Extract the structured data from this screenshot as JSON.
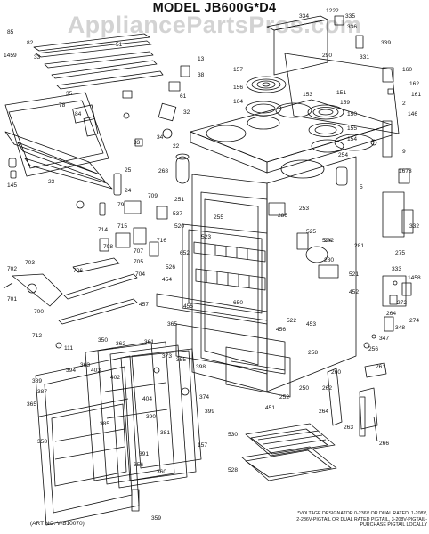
{
  "model_title": "MODEL JB600G*D4",
  "watermark": "AppliancePartsPros.com",
  "art_number": "(ART NO. WB10070)",
  "voltage_note": "*VOLTAGE DESIGNATOR 0-236V OR DUAL RATED, 1-208V, 2-236V-PIGTAIL OR DUAL RATED PIGTAIL, 3-208V-PIGTAIL-PURCHASE PIGTAIL LOCALLY",
  "callouts": [
    {
      "id": "c85",
      "text": "85"
    },
    {
      "id": "c1459",
      "text": "1459"
    },
    {
      "id": "c82",
      "text": "82"
    },
    {
      "id": "c33",
      "text": "33"
    },
    {
      "id": "c51",
      "text": "51"
    },
    {
      "id": "c13",
      "text": "13"
    },
    {
      "id": "c38",
      "text": "38"
    },
    {
      "id": "c61",
      "text": "61"
    },
    {
      "id": "c32",
      "text": "32"
    },
    {
      "id": "c35",
      "text": "35"
    },
    {
      "id": "c78",
      "text": "78"
    },
    {
      "id": "c84",
      "text": "84"
    },
    {
      "id": "c83",
      "text": "83"
    },
    {
      "id": "c34",
      "text": "34"
    },
    {
      "id": "c22",
      "text": "22"
    },
    {
      "id": "c25",
      "text": "25"
    },
    {
      "id": "c145",
      "text": "145"
    },
    {
      "id": "c23",
      "text": "23"
    },
    {
      "id": "c24",
      "text": "24"
    },
    {
      "id": "c268",
      "text": "268"
    },
    {
      "id": "c79",
      "text": "79"
    },
    {
      "id": "c709",
      "text": "709"
    },
    {
      "id": "c714",
      "text": "714"
    },
    {
      "id": "c708",
      "text": "708"
    },
    {
      "id": "c715",
      "text": "715"
    },
    {
      "id": "c707",
      "text": "707"
    },
    {
      "id": "c537",
      "text": "537"
    },
    {
      "id": "c251",
      "text": "251"
    },
    {
      "id": "c520",
      "text": "520"
    },
    {
      "id": "c716",
      "text": "716"
    },
    {
      "id": "c526",
      "text": "526"
    },
    {
      "id": "c652",
      "text": "652"
    },
    {
      "id": "c255",
      "text": "255"
    },
    {
      "id": "c523",
      "text": "523"
    },
    {
      "id": "c706",
      "text": "706"
    },
    {
      "id": "c705",
      "text": "705"
    },
    {
      "id": "c704",
      "text": "704"
    },
    {
      "id": "c702",
      "text": "702"
    },
    {
      "id": "c703",
      "text": "703"
    },
    {
      "id": "c701",
      "text": "701"
    },
    {
      "id": "c700",
      "text": "700"
    },
    {
      "id": "c454",
      "text": "454"
    },
    {
      "id": "c457",
      "text": "457"
    },
    {
      "id": "c455",
      "text": "455"
    },
    {
      "id": "c365",
      "text": "365"
    },
    {
      "id": "c712",
      "text": "712"
    },
    {
      "id": "c111",
      "text": "111"
    },
    {
      "id": "c350",
      "text": "350"
    },
    {
      "id": "c362",
      "text": "362"
    },
    {
      "id": "c361",
      "text": "361"
    },
    {
      "id": "c363",
      "text": "363"
    },
    {
      "id": "c373",
      "text": "373"
    },
    {
      "id": "c355",
      "text": "355"
    },
    {
      "id": "c398",
      "text": "398"
    },
    {
      "id": "c399",
      "text": "399"
    },
    {
      "id": "c394",
      "text": "394"
    },
    {
      "id": "c403",
      "text": "403"
    },
    {
      "id": "c402",
      "text": "402"
    },
    {
      "id": "c404",
      "text": "404"
    },
    {
      "id": "c374",
      "text": "374"
    },
    {
      "id": "c389",
      "text": "389"
    },
    {
      "id": "c387",
      "text": "387"
    },
    {
      "id": "c365b",
      "text": "365"
    },
    {
      "id": "c390",
      "text": "390"
    },
    {
      "id": "c358",
      "text": "358"
    },
    {
      "id": "c385",
      "text": "385"
    },
    {
      "id": "c381",
      "text": "381"
    },
    {
      "id": "c391",
      "text": "391"
    },
    {
      "id": "c356",
      "text": "356"
    },
    {
      "id": "c360",
      "text": "360"
    },
    {
      "id": "c157",
      "text": "157"
    },
    {
      "id": "c359",
      "text": "359"
    },
    {
      "id": "c334",
      "text": "334"
    },
    {
      "id": "c1222",
      "text": "1222"
    },
    {
      "id": "c335",
      "text": "335"
    },
    {
      "id": "c336",
      "text": "336"
    },
    {
      "id": "c290",
      "text": "290"
    },
    {
      "id": "c339",
      "text": "339"
    },
    {
      "id": "c331",
      "text": "331"
    },
    {
      "id": "c160",
      "text": "160"
    },
    {
      "id": "c162",
      "text": "162"
    },
    {
      "id": "c161",
      "text": "161"
    },
    {
      "id": "c2",
      "text": "2"
    },
    {
      "id": "c146",
      "text": "146"
    },
    {
      "id": "c9",
      "text": "9"
    },
    {
      "id": "c1673",
      "text": "1673"
    },
    {
      "id": "c157b",
      "text": "157"
    },
    {
      "id": "c156",
      "text": "156"
    },
    {
      "id": "c164",
      "text": "164"
    },
    {
      "id": "c150",
      "text": "150"
    },
    {
      "id": "c153",
      "text": "153"
    },
    {
      "id": "c151",
      "text": "151"
    },
    {
      "id": "c159",
      "text": "159"
    },
    {
      "id": "c154",
      "text": "154"
    },
    {
      "id": "c155",
      "text": "155"
    },
    {
      "id": "c254",
      "text": "254"
    },
    {
      "id": "c5",
      "text": "5"
    },
    {
      "id": "c253",
      "text": "253"
    },
    {
      "id": "c286",
      "text": "286"
    },
    {
      "id": "c332",
      "text": "332"
    },
    {
      "id": "c524",
      "text": "524"
    },
    {
      "id": "c525",
      "text": "525"
    },
    {
      "id": "c275",
      "text": "275"
    },
    {
      "id": "c281",
      "text": "281"
    },
    {
      "id": "c280",
      "text": "280"
    },
    {
      "id": "c282",
      "text": "282"
    },
    {
      "id": "c333",
      "text": "333"
    },
    {
      "id": "c521",
      "text": "521"
    },
    {
      "id": "c1458",
      "text": "1458"
    },
    {
      "id": "c522",
      "text": "522"
    },
    {
      "id": "c452",
      "text": "452"
    },
    {
      "id": "c272",
      "text": "272"
    },
    {
      "id": "c264b",
      "text": "264"
    },
    {
      "id": "c274",
      "text": "274"
    },
    {
      "id": "c348",
      "text": "348"
    },
    {
      "id": "c347",
      "text": "347"
    },
    {
      "id": "c456",
      "text": "456"
    },
    {
      "id": "c650",
      "text": "650"
    },
    {
      "id": "c453",
      "text": "453"
    },
    {
      "id": "c258",
      "text": "258"
    },
    {
      "id": "c256",
      "text": "256"
    },
    {
      "id": "c250",
      "text": "250"
    },
    {
      "id": "c252",
      "text": "252"
    },
    {
      "id": "c451",
      "text": "451"
    },
    {
      "id": "c261",
      "text": "261"
    },
    {
      "id": "c260",
      "text": "260"
    },
    {
      "id": "c262",
      "text": "262"
    },
    {
      "id": "c263",
      "text": "263"
    },
    {
      "id": "c264",
      "text": "264"
    },
    {
      "id": "c266",
      "text": "266"
    },
    {
      "id": "c530",
      "text": "530"
    },
    {
      "id": "c528",
      "text": "528"
    }
  ]
}
